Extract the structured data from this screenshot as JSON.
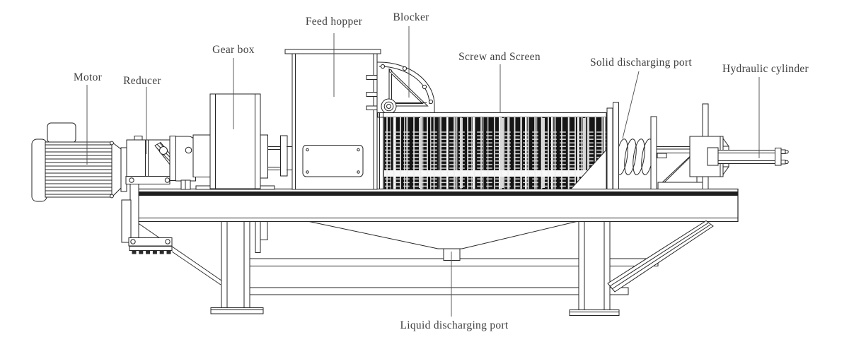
{
  "diagram": {
    "labels": {
      "motor": "Motor",
      "reducer": "Reducer",
      "gear_box": "Gear box",
      "feed_hopper": "Feed hopper",
      "blocker": "Blocker",
      "screw_and_screen": "Screw and Screen",
      "solid_discharging_port": "Solid discharging port",
      "hydraulic_cylinder": "Hydraulic cylinder",
      "liquid_discharging_port": "Liquid discharging port"
    },
    "colors": {
      "background": "#ffffff",
      "line": "#262626",
      "screen_dark_fill": "#161616",
      "label_text": "#3f3f3f"
    }
  }
}
